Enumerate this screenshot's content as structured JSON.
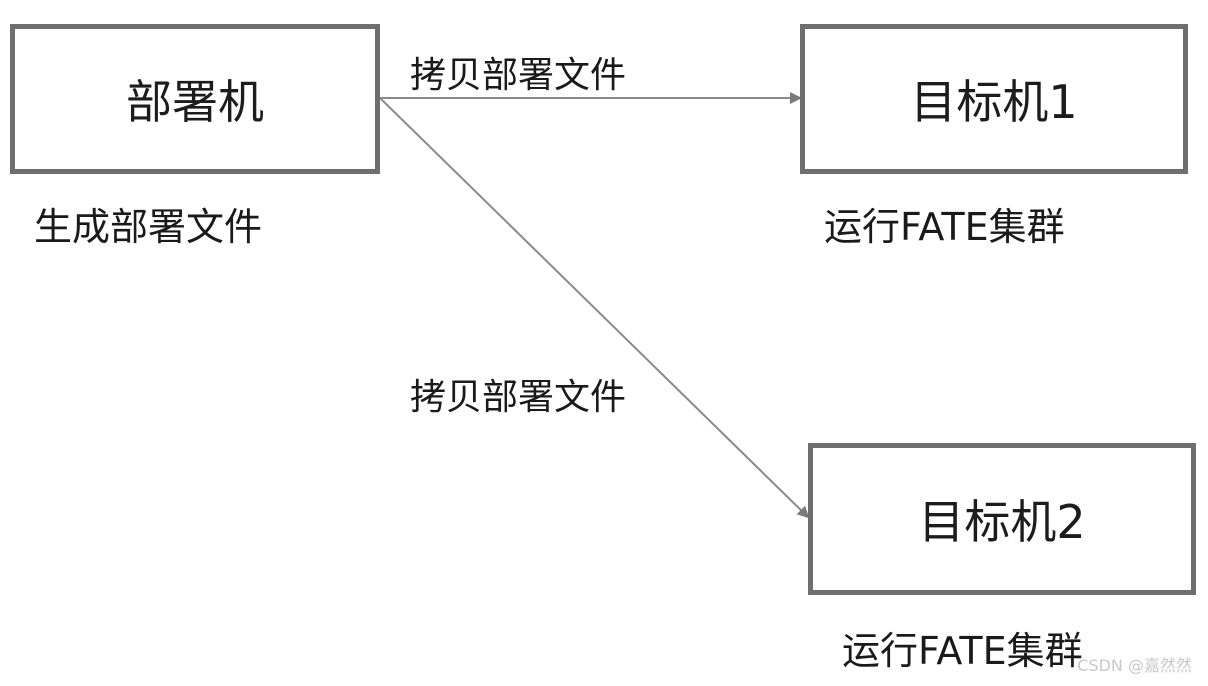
{
  "nodes": {
    "deploy_machine": {
      "label": "部署机",
      "caption": "生成部署文件"
    },
    "target_machine_1": {
      "label": "目标机1",
      "caption": "运行FATE集群"
    },
    "target_machine_2": {
      "label": "目标机2",
      "caption": "运行FATE集群"
    }
  },
  "edges": [
    {
      "from": "deploy_machine",
      "to": "target_machine_1",
      "label": "拷贝部署文件"
    },
    {
      "from": "deploy_machine",
      "to": "target_machine_2",
      "label": "拷贝部署文件"
    }
  ],
  "watermark": "CSDN @嘉然然",
  "colors": {
    "box_border": "#6f6f6f",
    "arrow": "#8a8a8a",
    "text": "#1a1a1a"
  }
}
